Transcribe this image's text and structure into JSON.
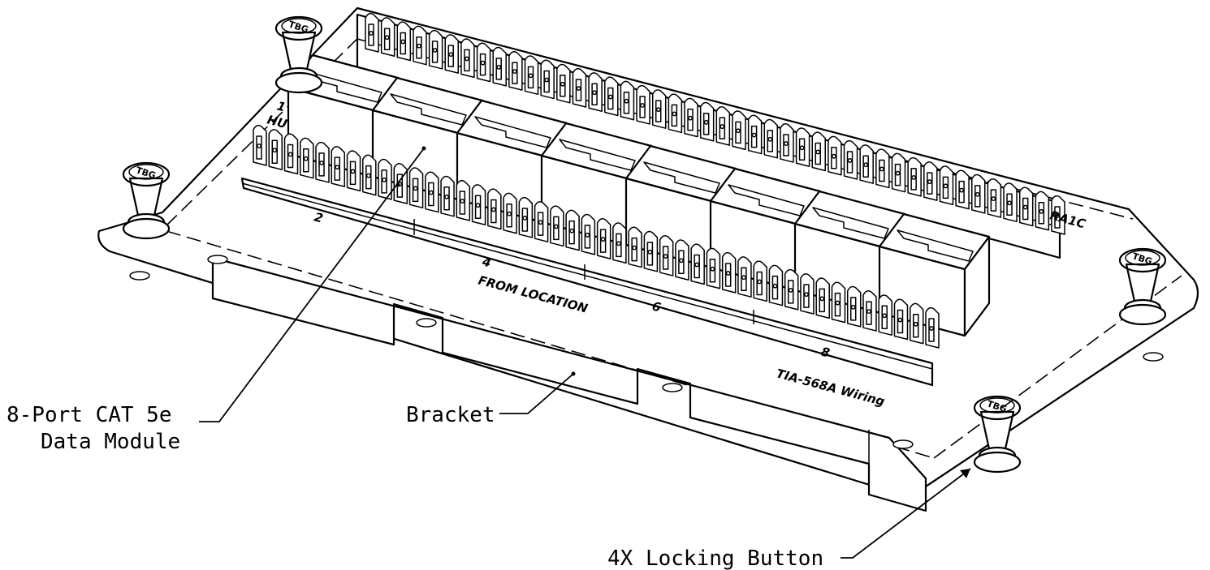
{
  "callouts": {
    "data_module_line1": "8-Port CAT 5e",
    "data_module_line2": "Data Module",
    "bracket": "Bracket",
    "locking_button": "4X Locking Button"
  },
  "board_labels": {
    "port_2": "2",
    "port_4": "4",
    "port_6": "6",
    "port_8": "8",
    "from_location": "FROM LOCATION",
    "wiring": "TIA-568A Wiring",
    "top_left_partial": "HU",
    "top_left_partial_1": "1",
    "top_right_partial": "RA1C"
  },
  "button_logo": "TBG",
  "colors": {
    "line": "#000000",
    "background": "#ffffff"
  }
}
